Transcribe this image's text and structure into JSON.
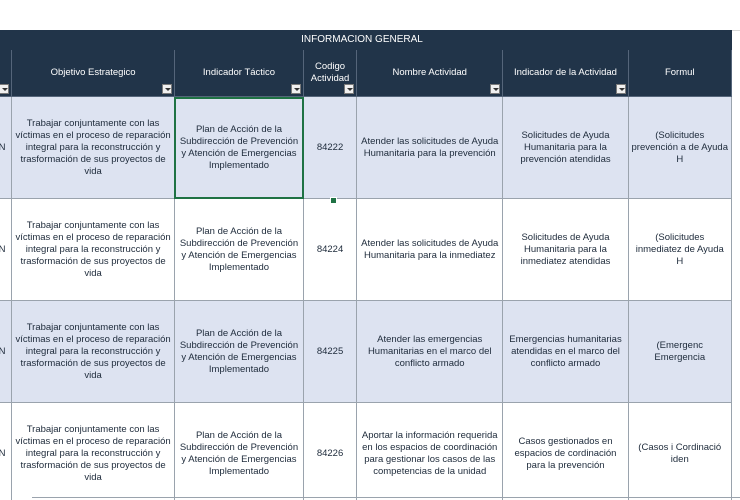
{
  "group_header": "INFORMACION GENERAL",
  "columns": {
    "c0": "",
    "c1": "Objetivo Estrategico",
    "c2": "Indicador Táctico",
    "c3": "Codigo Actividad",
    "c4": "Nombre Actividad",
    "c5": "Indicador de la Actividad",
    "c6": "Formul"
  },
  "rows": [
    {
      "c0": "N",
      "c1": "Trabajar conjuntamente con las víctimas en el proceso de reparación integral para la reconstrucción y trasformación de sus proyectos de vida",
      "c2": "Plan de Acción de la Subdirección de Prevención y Atención de Emergencias Implementado",
      "c3": "84222",
      "c4": "Atender las solicitudes de Ayuda Humanitaria para la prevención",
      "c5": "Solicitudes de Ayuda Humanitaria para la prevención atendidas",
      "c6": "(Solicitudes prevención a de Ayuda H"
    },
    {
      "c0": "N",
      "c1": "Trabajar conjuntamente con las víctimas en el proceso de reparación integral para la reconstrucción y trasformación de sus proyectos de vida",
      "c2": "Plan de Acción de la Subdirección de Prevención y Atención de Emergencias Implementado",
      "c3": "84224",
      "c4": "Atender las solicitudes de Ayuda Humanitaria para la inmediatez",
      "c5": "Solicitudes de Ayuda Humanitaria para la inmediatez atendidas",
      "c6": "(Solicitudes inmediatez de Ayuda H"
    },
    {
      "c0": "N",
      "c1": "Trabajar conjuntamente con las víctimas en el proceso de reparación integral para la reconstrucción y trasformación de sus proyectos de vida",
      "c2": "Plan de Acción de la Subdirección de Prevención y Atención de Emergencias Implementado",
      "c3": "84225",
      "c4": "Atender las emergencias Humanitarias en el marco del conflicto armado",
      "c5": "Emergencias humanitarias atendidas en el marco del conflicto armado",
      "c6": "(Emergenc Emergencia"
    },
    {
      "c0": "N",
      "c1": "Trabajar conjuntamente con las víctimas en el proceso de reparación integral para la reconstrucción y trasformación de sus proyectos de vida",
      "c2": "Plan de Acción de la Subdirección de Prevención y Atención de Emergencias Implementado",
      "c3": "84226",
      "c4": "Aportar la información requerida en los espacios de coordinación para gestionar los casos de las competencias de la unidad",
      "c5": "Casos gestionados en espacios de cordinación para la prevención",
      "c6": "(Casos i Cordinació iden"
    }
  ]
}
